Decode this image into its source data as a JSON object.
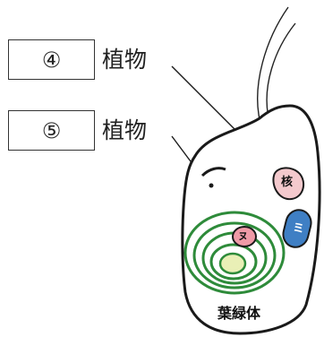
{
  "blanks": [
    {
      "number": "④",
      "answer_text": ""
    },
    {
      "number": "⑤",
      "answer_text": ""
    }
  ],
  "kingdom_word": "植物",
  "cell": {
    "caption": "葉緑体",
    "nucleus_label": "核",
    "mitochondrion_label": "ミ",
    "vacuole_label": "ヌ"
  },
  "colors": {
    "outline": "#1a1a1a",
    "nucleus_fill": "#f4c9cd",
    "mitochondrion_fill": "#3f7fc4",
    "chloroplast_ring": "#2e8b3a",
    "chloroplast_core": "#e9efb6"
  }
}
